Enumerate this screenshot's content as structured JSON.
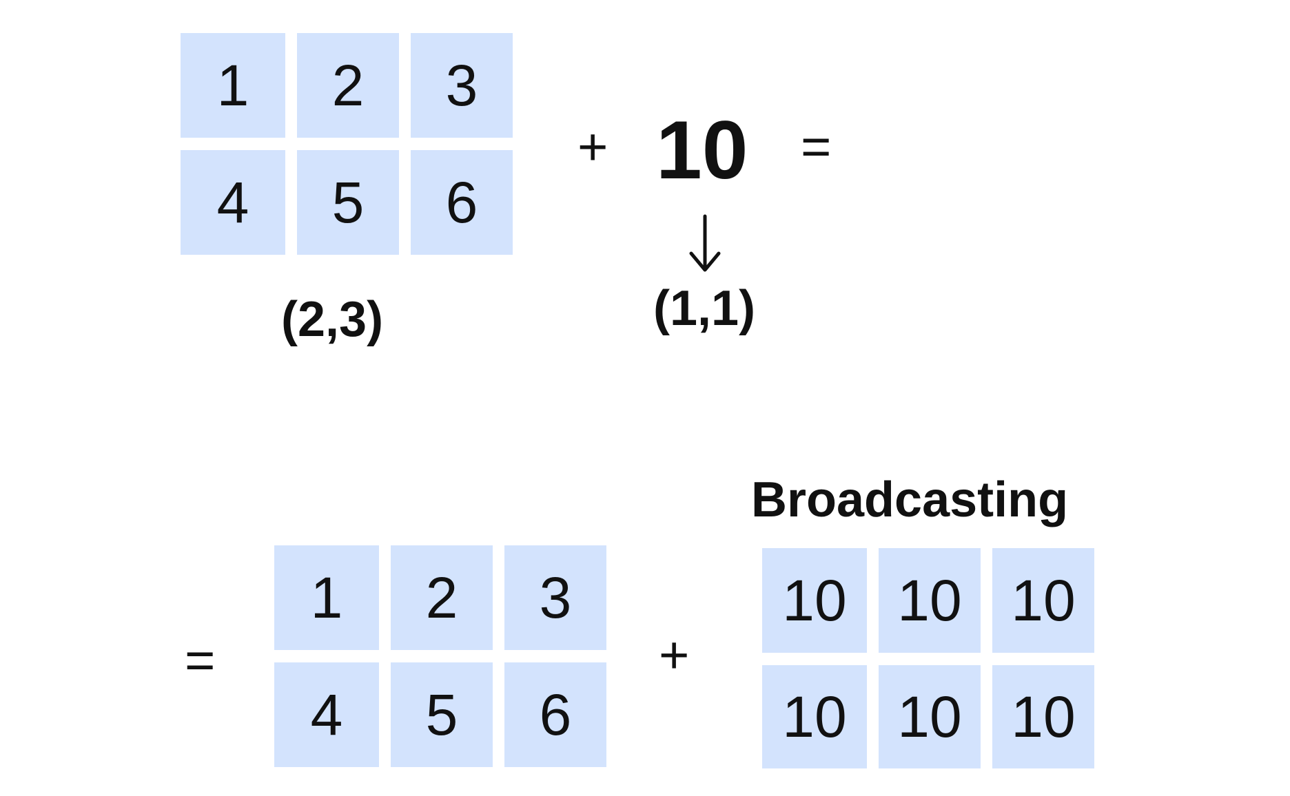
{
  "colors": {
    "cell_fill": "#d3e3fd",
    "text": "#111111"
  },
  "top": {
    "matrix": [
      [
        "1",
        "2",
        "3"
      ],
      [
        "4",
        "5",
        "6"
      ]
    ],
    "matrix_shape": "(2,3)",
    "plus": "+",
    "scalar": "10",
    "equals": "=",
    "scalar_shape": "(1,1)",
    "arrow_icon": "down-arrow-icon"
  },
  "bottom": {
    "equals": "=",
    "matrix": [
      [
        "1",
        "2",
        "3"
      ],
      [
        "4",
        "5",
        "6"
      ]
    ],
    "plus": "+",
    "broadcast_title": "Broadcasting",
    "broadcast_matrix": [
      [
        "10",
        "10",
        "10"
      ],
      [
        "10",
        "10",
        "10"
      ]
    ]
  }
}
